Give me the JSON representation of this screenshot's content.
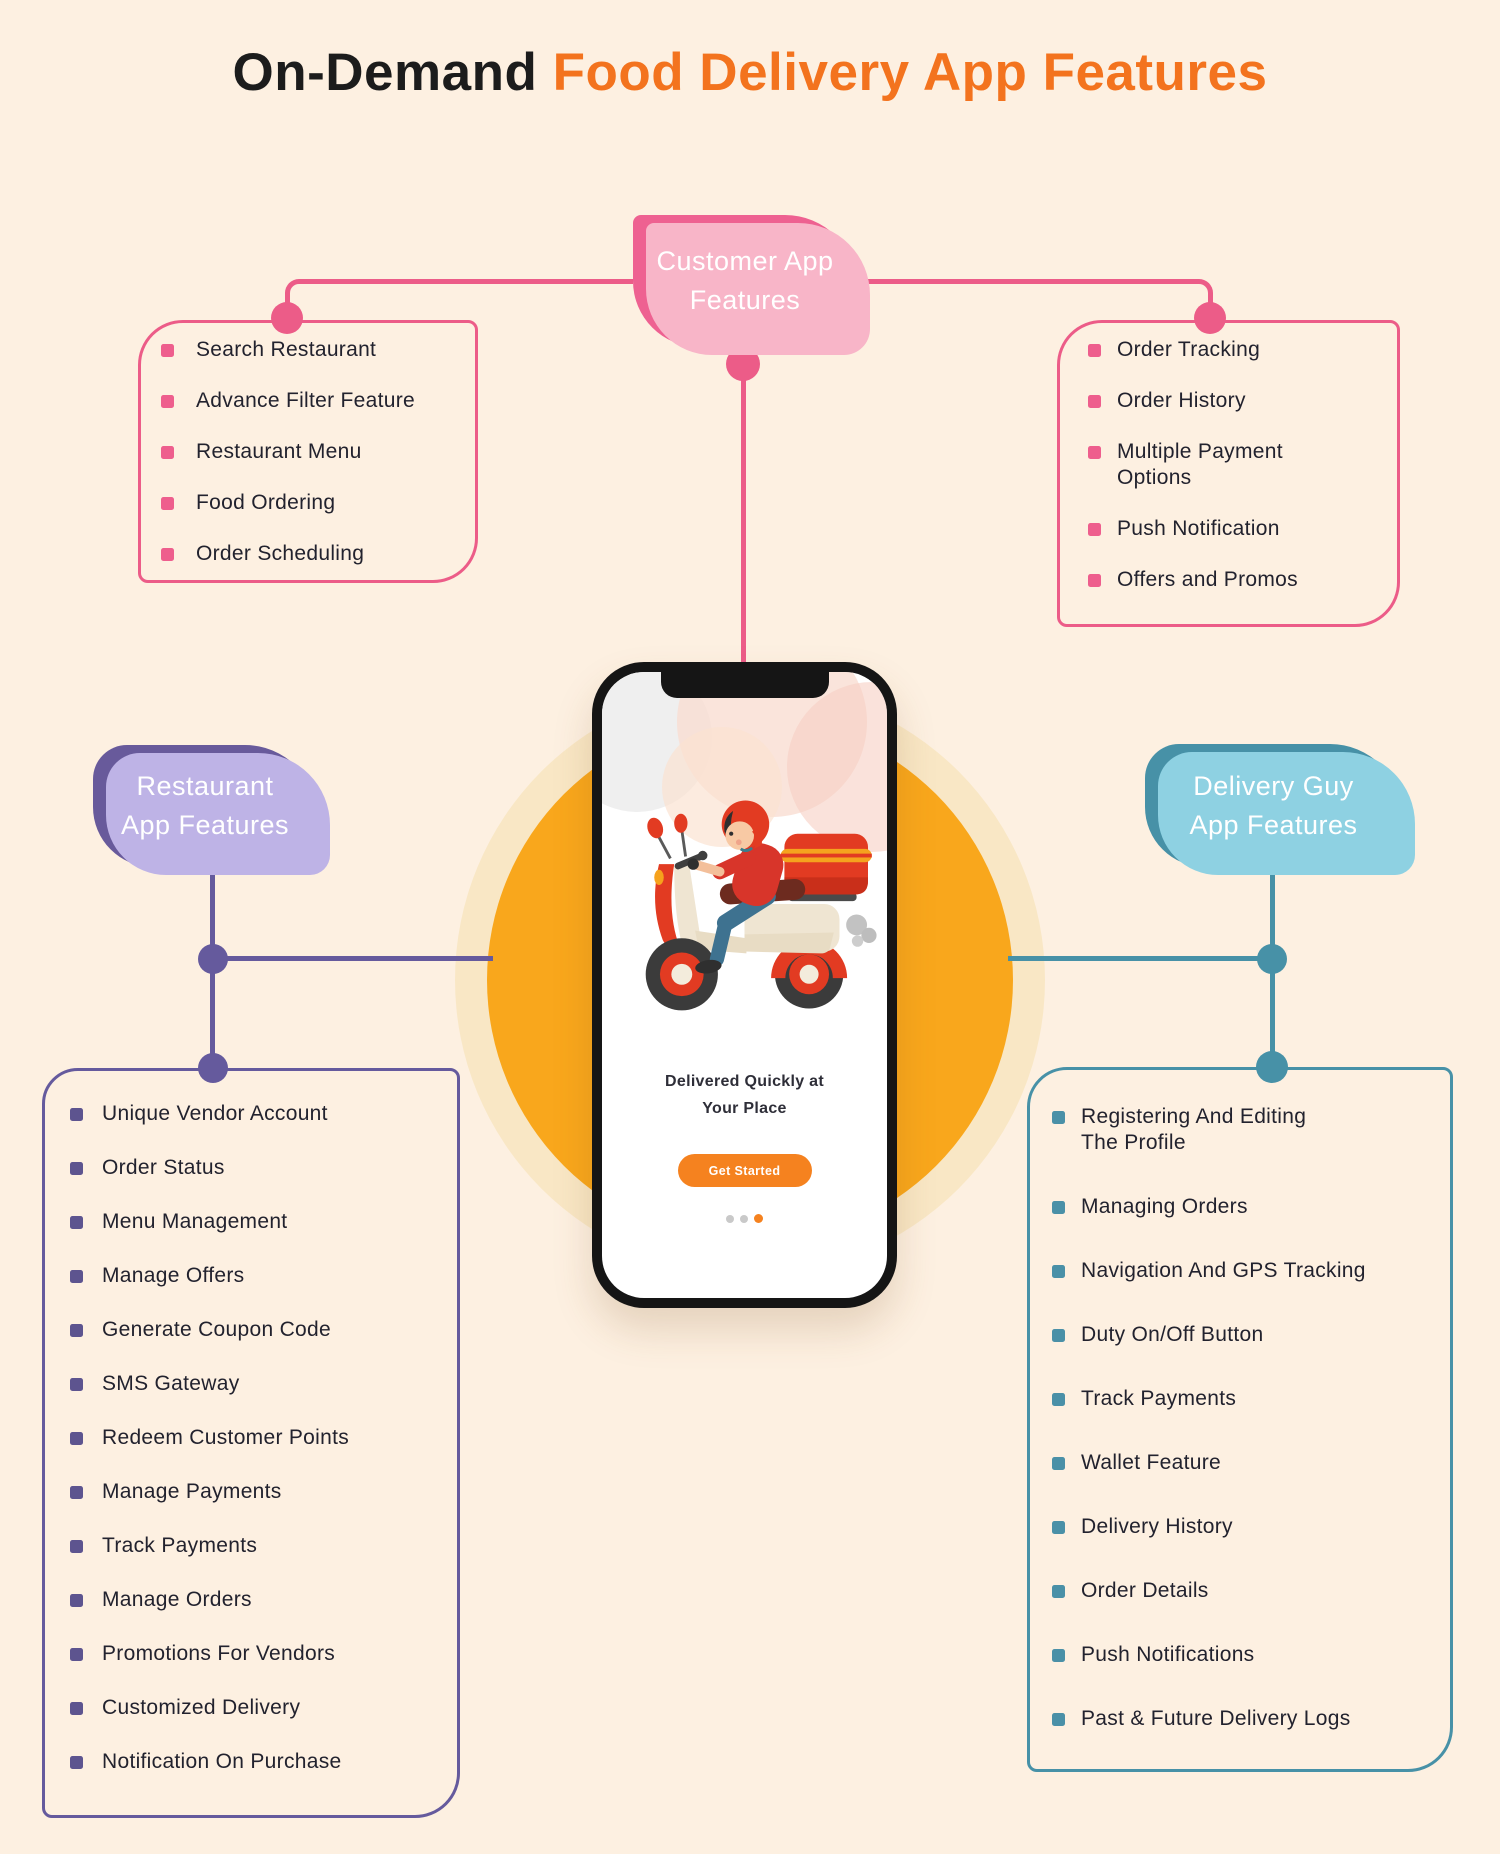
{
  "page": {
    "title_prefix": "On-Demand",
    "title_highlight": "Food Delivery App Features"
  },
  "customer_app": {
    "label": "Customer App\nFeatures",
    "left_items": [
      "Search Restaurant",
      "Advance Filter Feature",
      "Restaurant Menu",
      "Food Ordering",
      "Order Scheduling"
    ],
    "right_items": [
      "Order Tracking",
      "Order History",
      "Multiple Payment\nOptions",
      "Push Notification",
      "Offers and Promos"
    ]
  },
  "restaurant_app": {
    "label": "Restaurant\nApp Features",
    "items": [
      "Unique Vendor Account",
      "Order Status",
      "Menu Management",
      "Manage Offers",
      "Generate Coupon Code",
      "SMS Gateway",
      "Redeem Customer Points",
      "Manage Payments",
      "Track Payments",
      "Manage Orders",
      "Promotions For Vendors",
      "Customized Delivery",
      "Notification On Purchase"
    ]
  },
  "delivery_app": {
    "label": "Delivery Guy\nApp Features",
    "items": [
      "Registering And Editing\nThe Profile",
      "Managing Orders",
      "Navigation And GPS Tracking",
      "Duty On/Off Button",
      "Track Payments",
      "Wallet Feature",
      "Delivery History",
      "Order Details",
      "Push Notifications",
      "Past & Future Delivery Logs"
    ]
  },
  "phone": {
    "headline": "Delivered Quickly at\nYour Place",
    "button_label": "Get Started",
    "carousel_dot_count": 3,
    "active_dot_index": 2
  },
  "colors": {
    "background": "#fdf0e1",
    "title_text": "#1c1c1c",
    "title_accent": "#f3731e",
    "customer_pink": "#ee6191",
    "pink_line": "#ec5c88",
    "restaurant_purple": "#685a9b",
    "purple_line": "#655a9d",
    "delivery_teal": "#4791a7",
    "yellow_circle": "#f9a71c",
    "yellow_ring": "#f9e7c5",
    "button_orange": "#f5821f"
  }
}
